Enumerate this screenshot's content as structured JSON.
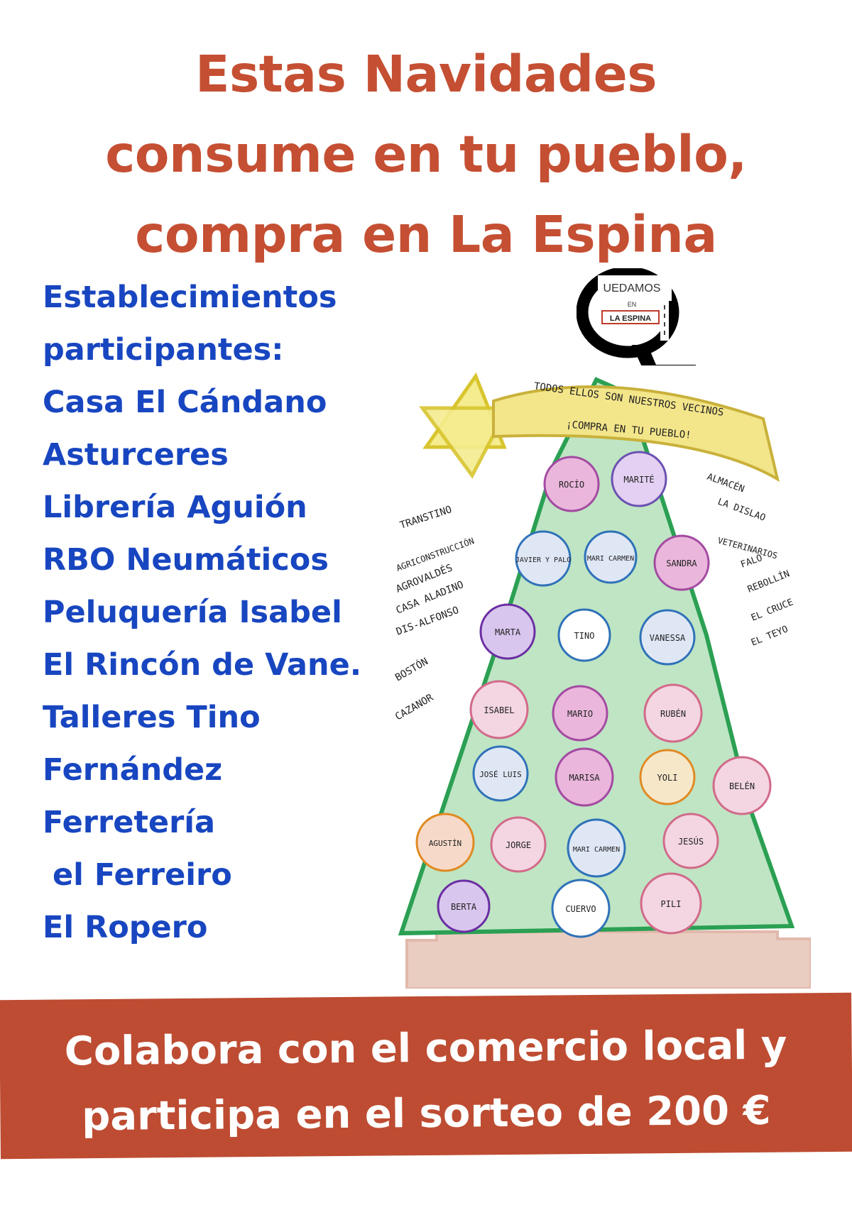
{
  "headline": [
    "Estas Navidades",
    "consume en tu pueblo,",
    "compra en  La Espina"
  ],
  "stores": {
    "lines": [
      "Establecimientos",
      "participantes:",
      "Casa El Cándano",
      "Asturceres",
      "Librería Aguión",
      "RBO Neumáticos",
      "Peluquería Isabel",
      "El Rincón de Vane.",
      "Talleres Tino",
      "Fernández",
      "Ferretería",
      "el Ferreiro",
      "El Ropero"
    ]
  },
  "logo": {
    "word": "UEDAMOS",
    "small": "EN",
    "place": "LA ESPINA",
    "icon": "q-logo-icon"
  },
  "drawing": {
    "ribbon_line1": "TODOS ELLOS SON NUESTROS VECINOS",
    "ribbon_line2": "¡COMPRA EN TU PUEBLO!",
    "ornaments": [
      "ROCÍO",
      "MARITÉ",
      "JAVIER Y PALO",
      "MARI CARMEN",
      "SANDRA",
      "MARTA",
      "TINO",
      "VANESSA",
      "ISABEL",
      "MARIO",
      "RUBÉN",
      "JOSÉ LUIS",
      "MARISA",
      "YOLI",
      "BELÉN",
      "AGUSTÍN",
      "JORGE",
      "MARI CARMEN",
      "JESÚS",
      "BERTA",
      "CUERVO",
      "PILI"
    ],
    "left_names": [
      "TRANSTINO",
      "AGRICONSTRUCCIÓN",
      "AGROVALDÉS",
      "CASA ALADINO",
      "DIS-ALFONSO",
      "BOSTÓN",
      "CAZANOR"
    ],
    "right_names": [
      "ALMACÉN",
      "LA DISLAO",
      "VETERINARIOS",
      "FALO",
      "REBOLLÍN",
      "EL CRUCE",
      "EL TEYO"
    ],
    "colors": {
      "tree": "#4cae62",
      "star": "#e9d84a",
      "ribbon": "#f1e277",
      "trunk": "#c98a6e"
    }
  },
  "banner": {
    "lines": [
      "Colabora con el comercio local y",
      "participa en el sorteo de 200 €"
    ],
    "color": "#bd4c32"
  }
}
